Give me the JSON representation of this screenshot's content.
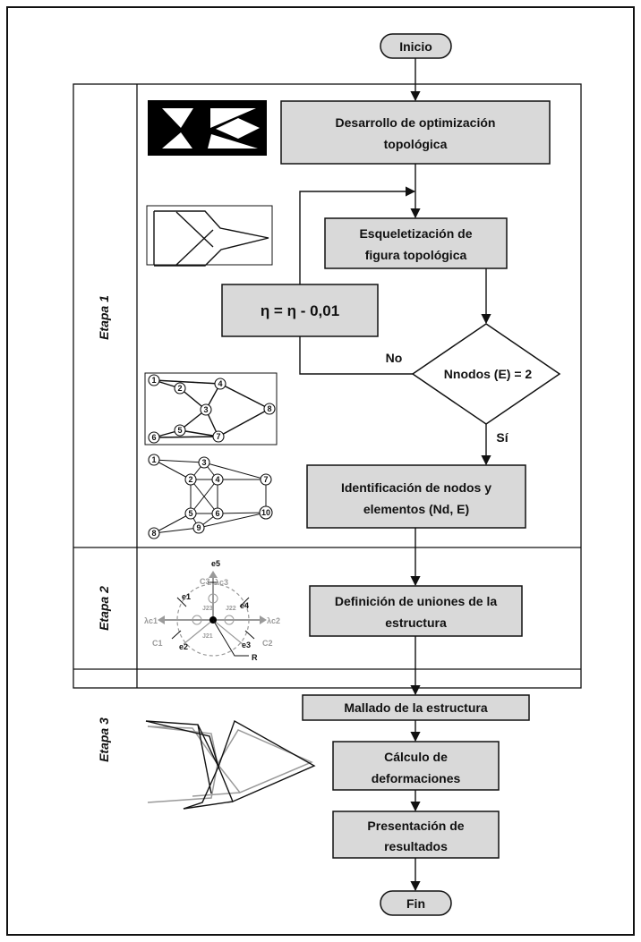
{
  "flow": {
    "start": "Inicio",
    "end": "Fin",
    "step1_l1": "Desarrollo de optimización",
    "step1_l2": "topológica",
    "step2_l1": "Esqueletización de",
    "step2_l2": "figura topológica",
    "update": "η = η - 0,01",
    "decision": "Nnodos (E) = 2",
    "no": "No",
    "yes": "Sí",
    "step3_l1": "Identificación de nodos y",
    "step3_l2": "elementos (Nd, E)",
    "step4_l1": "Definición de uniones de la",
    "step4_l2": "estructura",
    "step5": "Mallado de la estructura",
    "step6_l1": "Cálculo de",
    "step6_l2": "deformaciones",
    "step7_l1": "Presentación de",
    "step7_l2": "resultados"
  },
  "stages": {
    "stage1": "Etapa 1",
    "stage2": "Etapa 2",
    "stage3": "Etapa 3"
  },
  "node_graph_a": [
    "1",
    "2",
    "3",
    "4",
    "5",
    "6",
    "7",
    "8"
  ],
  "node_graph_b": [
    "1",
    "2",
    "3",
    "4",
    "5",
    "6",
    "7",
    "8",
    "9",
    "10"
  ],
  "joint_labels": {
    "e5": "e5",
    "e1": "e1",
    "e2": "e2",
    "e3": "e3",
    "e4": "e4",
    "c1": "C1",
    "c2": "C2",
    "c3": "C3",
    "j23": "J23",
    "j21": "J21",
    "j22": "J22",
    "r": "R",
    "lam1": "λc1",
    "lam2": "λc2",
    "lam3": "λc3"
  }
}
